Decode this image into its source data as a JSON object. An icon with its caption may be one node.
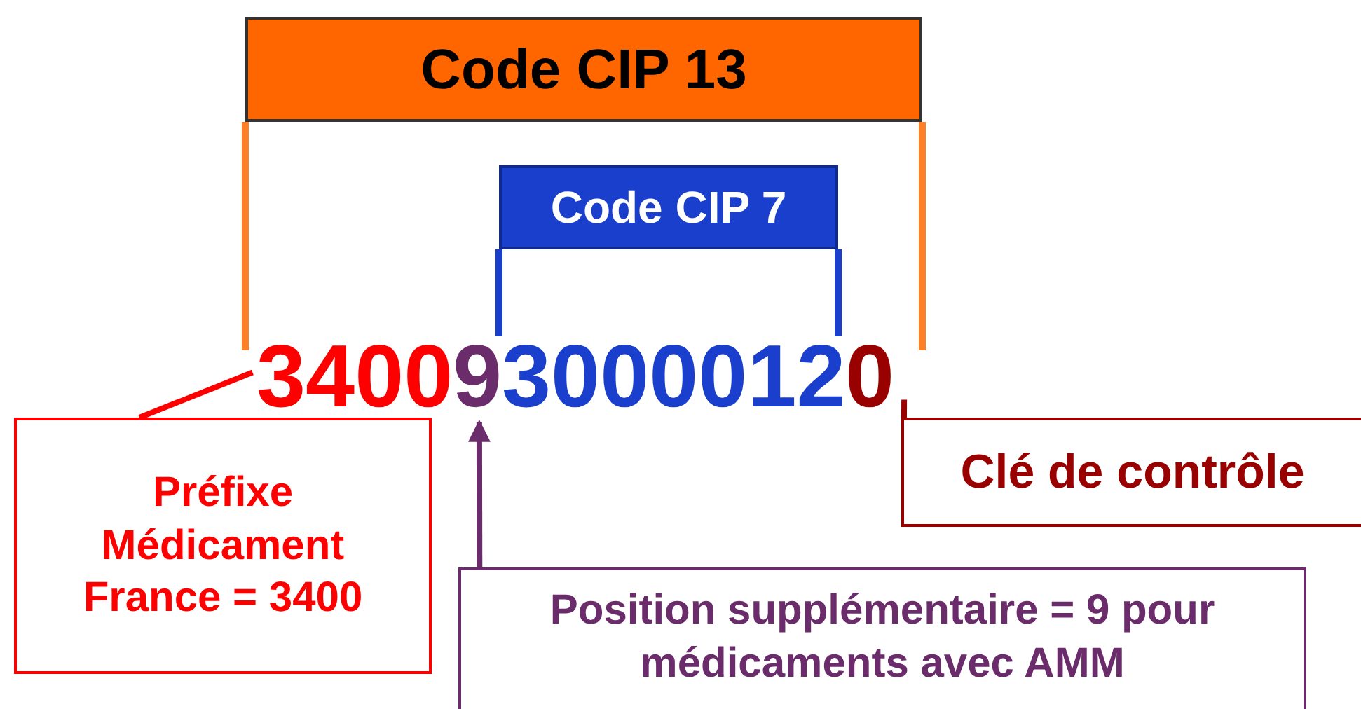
{
  "diagram": {
    "nodes": [
      {
        "text": [
          "Code CIP 13"
        ]
      },
      {
        "text": [
          "Code CIP 7"
        ]
      },
      {
        "text": [
          "3400"
        ]
      },
      {
        "text": [
          "9"
        ]
      },
      {
        "text": [
          "0"
        ]
      },
      {
        "text": [
          "Préfixe Médicament France = 3400"
        ]
      },
      {
        "text": [
          "Clé de contrôle"
        ]
      },
      {
        "text": [
          "Position supplémentaire = 9 pour médicaments avec AMM"
        ]
      }
    ],
    "edges": [
      {
        "from": 5,
        "to": 2,
        "arrow": "none",
        "color": "#ff0000"
      },
      {
        "from": 7,
        "to": 3,
        "arrow": "to",
        "color": "#6b2c6b"
      },
      {
        "from": 6,
        "to": 4,
        "arrow": "none",
        "color": "#990000"
      }
    ],
    "labels": [
      "3000012"
    ]
  }
}
